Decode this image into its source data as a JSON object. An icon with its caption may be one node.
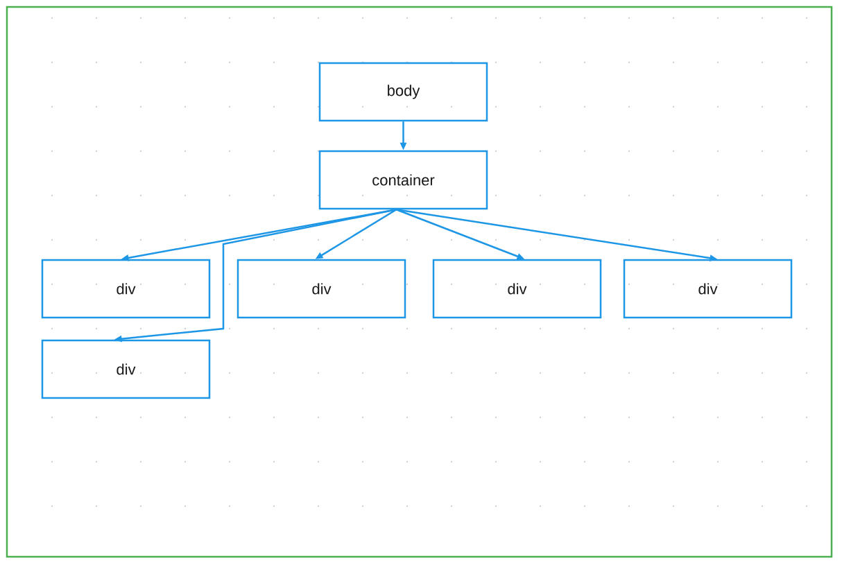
{
  "diagram": {
    "nodes": [
      {
        "text": [
          "body"
        ]
      },
      {
        "text": [
          "container"
        ]
      },
      {
        "text": [
          "div"
        ]
      },
      {
        "text": [
          "div"
        ]
      },
      {
        "text": [
          "div"
        ]
      },
      {
        "text": [
          "div"
        ]
      },
      {
        "text": [
          "div"
        ]
      }
    ],
    "edges": [
      {
        "from": 0,
        "to": 1,
        "arrow": "to"
      },
      {
        "from": 1,
        "to": 2,
        "arrow": "to"
      },
      {
        "from": 1,
        "to": 3,
        "arrow": "to"
      },
      {
        "from": 1,
        "to": 4,
        "arrow": "to"
      },
      {
        "from": 1,
        "to": 5,
        "arrow": "to"
      },
      {
        "from": 1,
        "to": 6,
        "arrow": "to"
      }
    ]
  }
}
